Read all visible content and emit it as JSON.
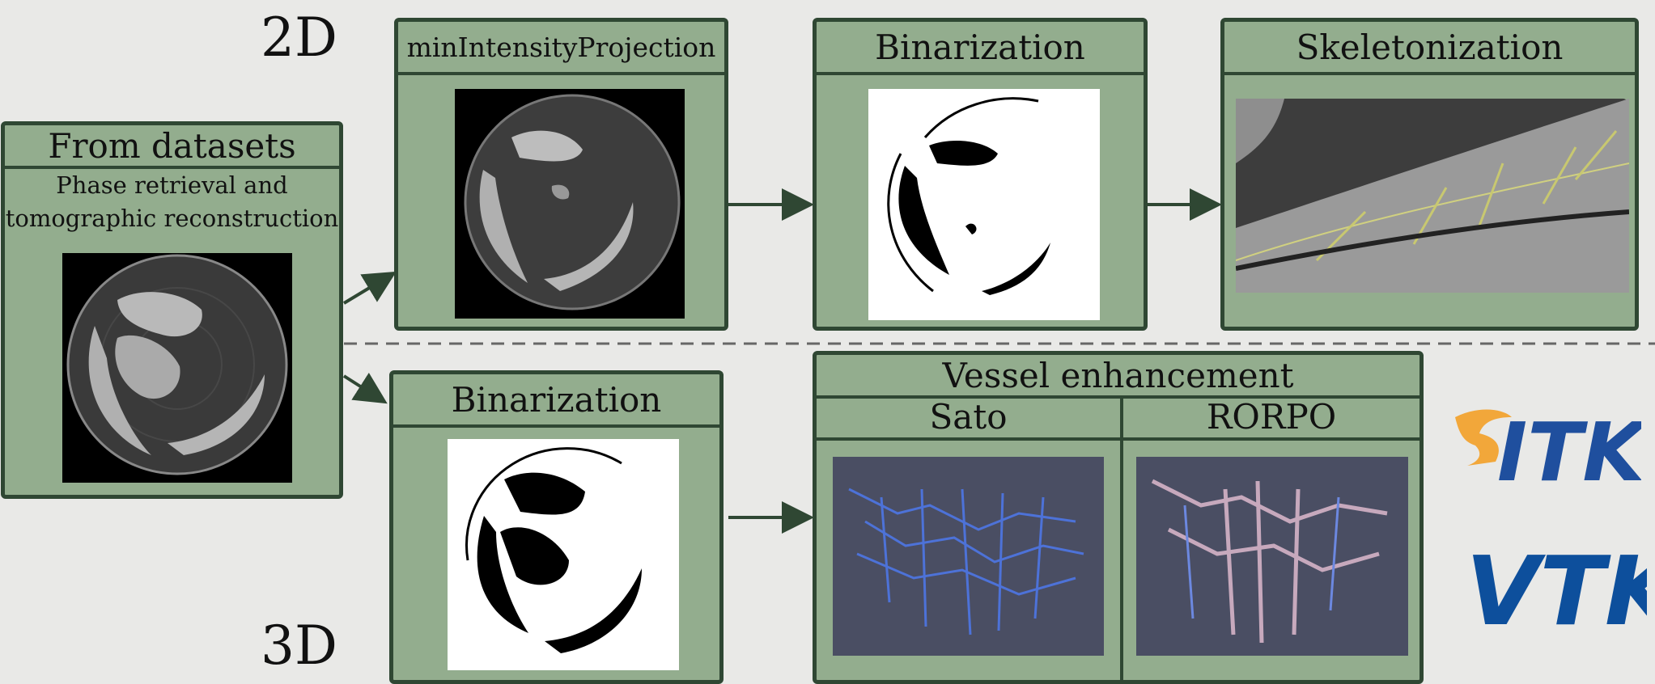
{
  "labels": {
    "top": "2D",
    "bottom": "3D"
  },
  "source": {
    "title": "From datasets",
    "subtitle_line1": "Phase retrieval and",
    "subtitle_line2": "tomographic reconstruction"
  },
  "steps_2d": [
    {
      "title": "minIntensityProjection"
    },
    {
      "title": "Binarization"
    },
    {
      "title": "Skeletonization"
    }
  ],
  "steps_3d": {
    "binarization": {
      "title": "Binarization"
    },
    "vessel": {
      "title": "Vessel enhancement",
      "left": "Sato",
      "right": "RORPO"
    }
  },
  "logos": {
    "itk": "ITK",
    "vtk": "VTK"
  },
  "colors": {
    "box_fill": "#93ad8e",
    "box_border": "#2f4733",
    "background": "#e9e9e7",
    "itk": "#1f4f9e",
    "vtk": "#0d4f9c"
  }
}
